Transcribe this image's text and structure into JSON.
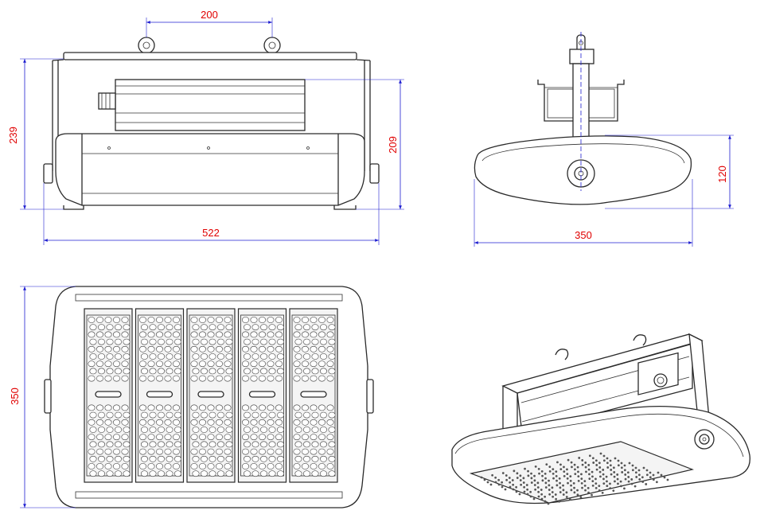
{
  "dimensions": {
    "front_mount_spacing": "200",
    "front_total_height": "239",
    "front_body_height": "209",
    "front_total_width": "522",
    "side_height": "120",
    "side_width": "350",
    "bottom_height": "350"
  },
  "colors": {
    "dimension_text": "#e00000",
    "dimension_line": "#1f1fd0",
    "outline": "#2a2a2a"
  },
  "bottom_view": {
    "module_count": 5
  }
}
